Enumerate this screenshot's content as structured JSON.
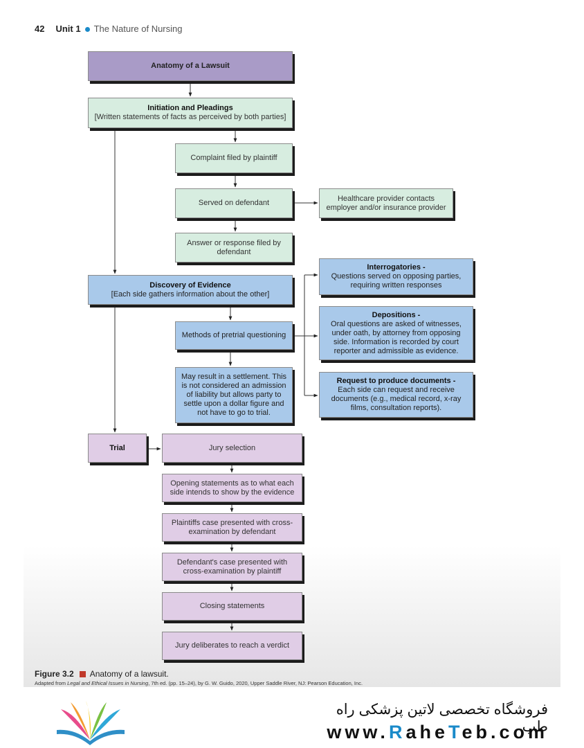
{
  "header": {
    "page_number": "42",
    "unit": "Unit 1",
    "title": "The Nature of Nursing"
  },
  "flow": {
    "anatomy": "Anatomy of a Lawsuit",
    "initiation": {
      "title": "Initiation and Pleadings",
      "sub": "[Written statements of facts as perceived by both parties]"
    },
    "complaint": "Complaint filed by plaintiff",
    "served": "Served on defendant",
    "healthcare": "Healthcare provider contacts employer and/or insurance provider",
    "answer": "Answer or response filed by defendant",
    "discovery": {
      "title": "Discovery of Evidence",
      "sub": "[Each side gathers information about the other]"
    },
    "methods": "Methods of pretrial questioning",
    "settlement": "May result in a settlement. This is not considered an admission of liability but allows party to settle upon a dollar figure and not have to go to trial.",
    "interrogatories": {
      "title": "Interrogatories -",
      "sub": "Questions served on opposing parties, requiring written responses"
    },
    "depositions": {
      "title": "Depositions -",
      "sub": "Oral questions are asked of witnesses, under oath, by attorney from opposing side. Information is recorded by court reporter and admissible as evidence."
    },
    "request": {
      "title": "Request to produce documents -",
      "sub": "Each side can request and receive documents (e.g., medical record, x-ray films, consultation reports)."
    },
    "trial": "Trial",
    "jury": "Jury selection",
    "opening": "Opening statements as to what each side intends to show by the evidence",
    "plaintiff_case": "Plaintiffs case presented with cross-examination by defendant",
    "defendant_case": "Defendant's case presented with cross-examination by plaintiff",
    "closing": "Closing statements",
    "verdict": "Jury deliberates to reach a verdict"
  },
  "caption": {
    "label": "Figure 3.2",
    "text": "Anatomy of a lawsuit.",
    "source_pre": "Adapted from ",
    "source_title": "Legal and Ethical Issues in Nursing",
    "source_post": ", 7th ed. (pp. 15–24), by G. W. Guido, 2020, Upper Saddle River, NJ: Pearson Education, Inc."
  },
  "watermark": {
    "persian": "فروشگاه تخصصی لاتین پزشکی  راه طب",
    "url_pre": "www.",
    "url_r": "R",
    "url_mid": "ahe",
    "url_t": "T",
    "url_post": "eb.com"
  },
  "colors": {
    "purple": "#a99bc7",
    "green": "#d7ede0",
    "blue": "#a9c9ea",
    "lavender": "#e0cde6",
    "accent": "#1a8ac9",
    "caption_square": "#c0392b"
  }
}
